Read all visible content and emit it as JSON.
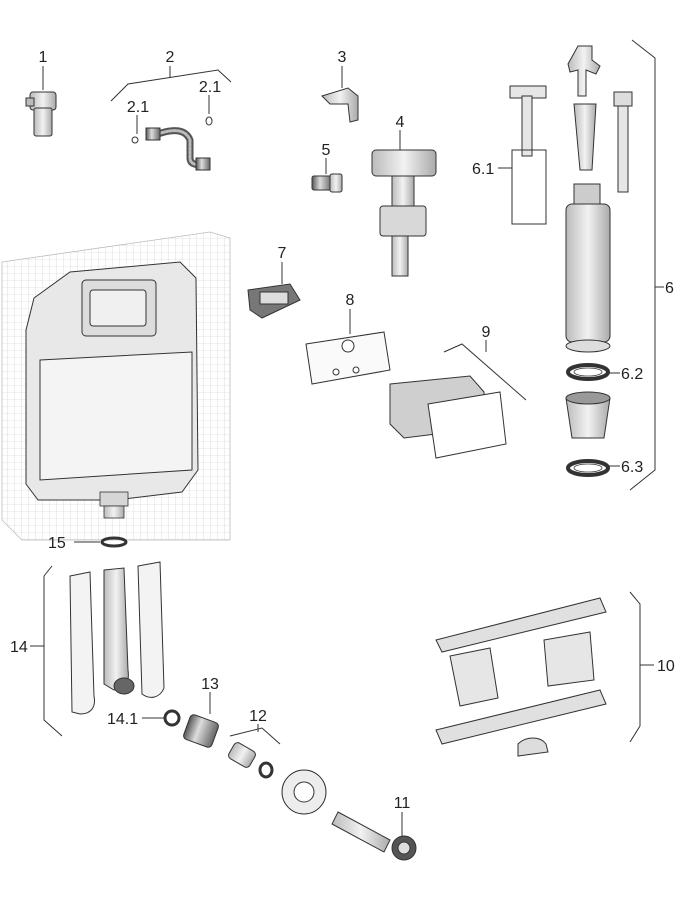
{
  "diagram": {
    "labels": {
      "p1": "1",
      "p2": "2",
      "p2_1a": "2.1",
      "p2_1b": "2.1",
      "p3": "3",
      "p4": "4",
      "p5": "5",
      "p6": "6",
      "p6_1": "6.1",
      "p6_2": "6.2",
      "p6_3": "6.3",
      "p7": "7",
      "p8": "8",
      "p9": "9",
      "p10": "10",
      "p11": "11",
      "p12": "12",
      "p13": "13",
      "p14": "14",
      "p14_1": "14.1",
      "p15": "15"
    }
  }
}
